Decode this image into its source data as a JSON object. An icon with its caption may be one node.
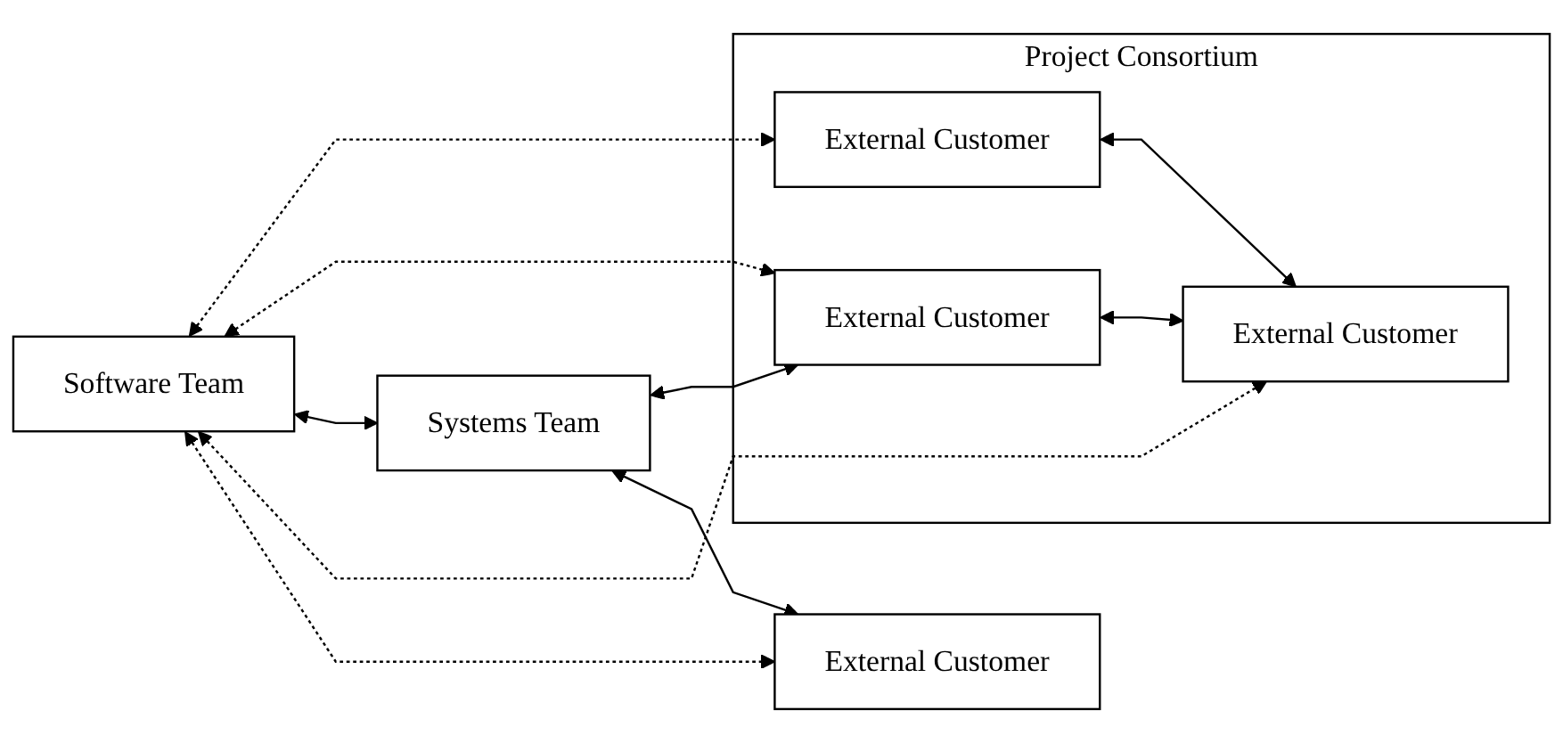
{
  "diagram": {
    "nodes": [
      {
        "text": [
          "Project Consortium"
        ]
      },
      {
        "text": [
          "External Customer"
        ],
        "in": 0
      },
      {
        "text": [
          "External Customer"
        ],
        "in": 0
      },
      {
        "text": [
          "External Customer"
        ],
        "in": 0
      },
      {
        "text": [
          "Software Team"
        ]
      },
      {
        "text": [
          "Systems Team"
        ]
      },
      {
        "text": [
          "External Customer"
        ]
      }
    ],
    "edges": [
      {
        "from": 4,
        "to": 1,
        "arrow": "both",
        "style": "dashed"
      },
      {
        "from": 4,
        "to": 2,
        "arrow": "both",
        "style": "dashed"
      },
      {
        "from": 4,
        "to": 5,
        "arrow": "both"
      },
      {
        "from": 5,
        "to": 2,
        "arrow": "both"
      },
      {
        "from": 2,
        "to": 3,
        "arrow": "both"
      },
      {
        "from": 1,
        "to": 3,
        "arrow": "both"
      },
      {
        "from": 5,
        "to": 6,
        "arrow": "both"
      },
      {
        "from": 4,
        "to": 3,
        "arrow": "both",
        "style": "dashed"
      },
      {
        "from": 4,
        "to": 6,
        "arrow": "both",
        "style": "dashed"
      }
    ]
  }
}
